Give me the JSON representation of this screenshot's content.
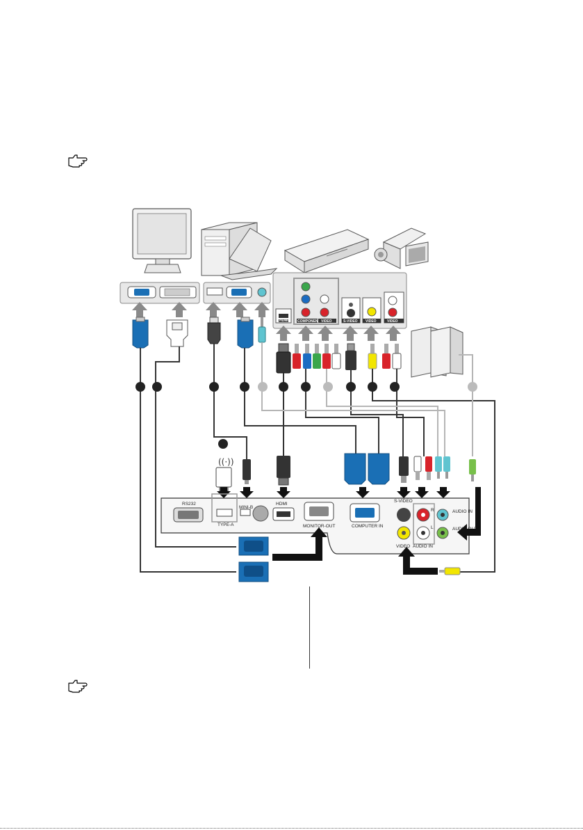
{
  "note_icon": "pointing-hand-icon",
  "ports": {
    "rs232": "RS232",
    "type_a": "TYPE-A",
    "mini_b": "MINI-B",
    "hdmi": "HDMI",
    "monitor_out": "MONITOR-OUT",
    "computer_in": "COMPUTER IN",
    "s_video": "S-VIDEO",
    "video": "VIDEO",
    "audio_in": "AUDIO IN",
    "audio_in_jack": "AUDIO IN",
    "audio_out_jack": "AUDIO OUT",
    "r": "R",
    "l": "L"
  },
  "source_ports": {
    "hdmi": "HDMI",
    "component": "COMPONENT",
    "video": "VIDEO",
    "s_video": "S-VIDEO",
    "video2": "VIDEO",
    "video3": "VIDEO"
  },
  "colors": {
    "vga_blue": "#1a6fb5",
    "cable_dark": "#333333",
    "cable_grey": "#b5b5b5",
    "arrow_grey": "#8a8a8a",
    "rca_red": "#d8232a",
    "rca_green": "#3aa64b",
    "rca_blue": "#1b6cc2",
    "rca_yellow": "#f2e600",
    "audio_green": "#78c04a",
    "audio_teal": "#5fc4d0"
  }
}
